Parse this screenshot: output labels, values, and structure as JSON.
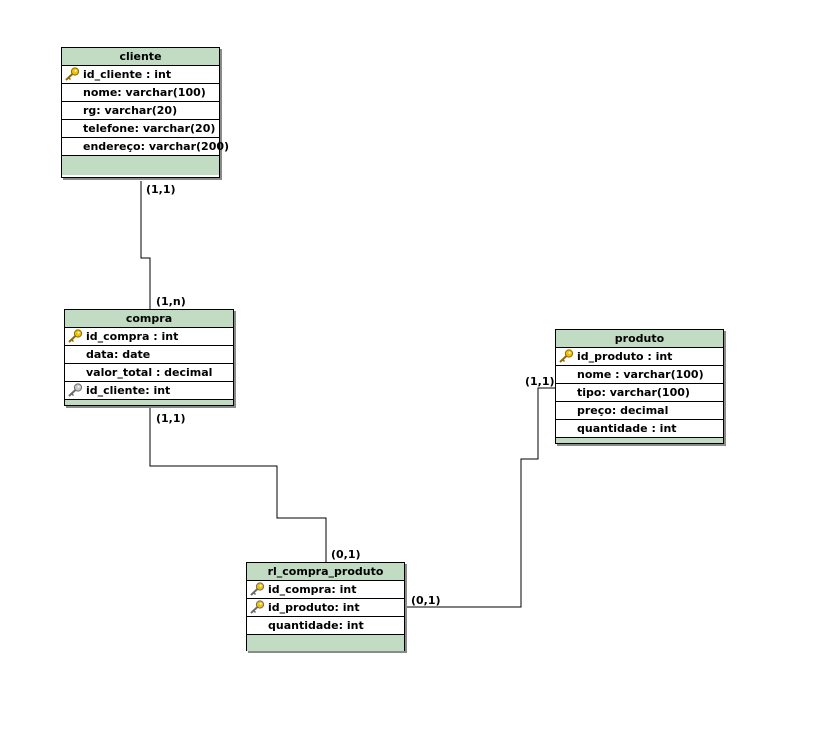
{
  "entities": {
    "cliente": {
      "title": "cliente",
      "attrs": [
        {
          "text": "id_cliente : int",
          "key": "primary"
        },
        {
          "text": "nome: varchar(100)"
        },
        {
          "text": "rg: varchar(20)"
        },
        {
          "text": "telefone: varchar(20)"
        },
        {
          "text": "endereço: varchar(200)"
        }
      ]
    },
    "compra": {
      "title": "compra",
      "attrs": [
        {
          "text": "id_compra : int",
          "key": "primary"
        },
        {
          "text": "data: date"
        },
        {
          "text": "valor_total : decimal"
        },
        {
          "text": "id_cliente: int",
          "key": "foreign"
        }
      ]
    },
    "produto": {
      "title": "produto",
      "attrs": [
        {
          "text": "id_produto : int",
          "key": "primary"
        },
        {
          "text": "nome : varchar(100)"
        },
        {
          "text": "tipo: varchar(100)"
        },
        {
          "text": "preço: decimal"
        },
        {
          "text": "quantidade : int"
        }
      ]
    },
    "rl_compra_produto": {
      "title": "rl_compra_produto",
      "attrs": [
        {
          "text": "id_compra: int",
          "key": "foreign"
        },
        {
          "text": "id_produto: int",
          "key": "foreign"
        },
        {
          "text": "quantidade: int"
        }
      ]
    }
  },
  "cardinalities": {
    "cliente_side": "(1,1)",
    "compra_from_cliente": "(1,n)",
    "compra_to_rel": "(1,1)",
    "rel_from_compra": "(0,1)",
    "rel_to_produto": "(0,1)",
    "produto_side": "(1,1)"
  },
  "colors": {
    "header": "#c1dcc3",
    "primary_key": "#e8b800",
    "foreign_key": "#9a9a9a"
  },
  "icons": {
    "primary": "primary-key-icon",
    "foreign": "foreign-key-icon"
  }
}
